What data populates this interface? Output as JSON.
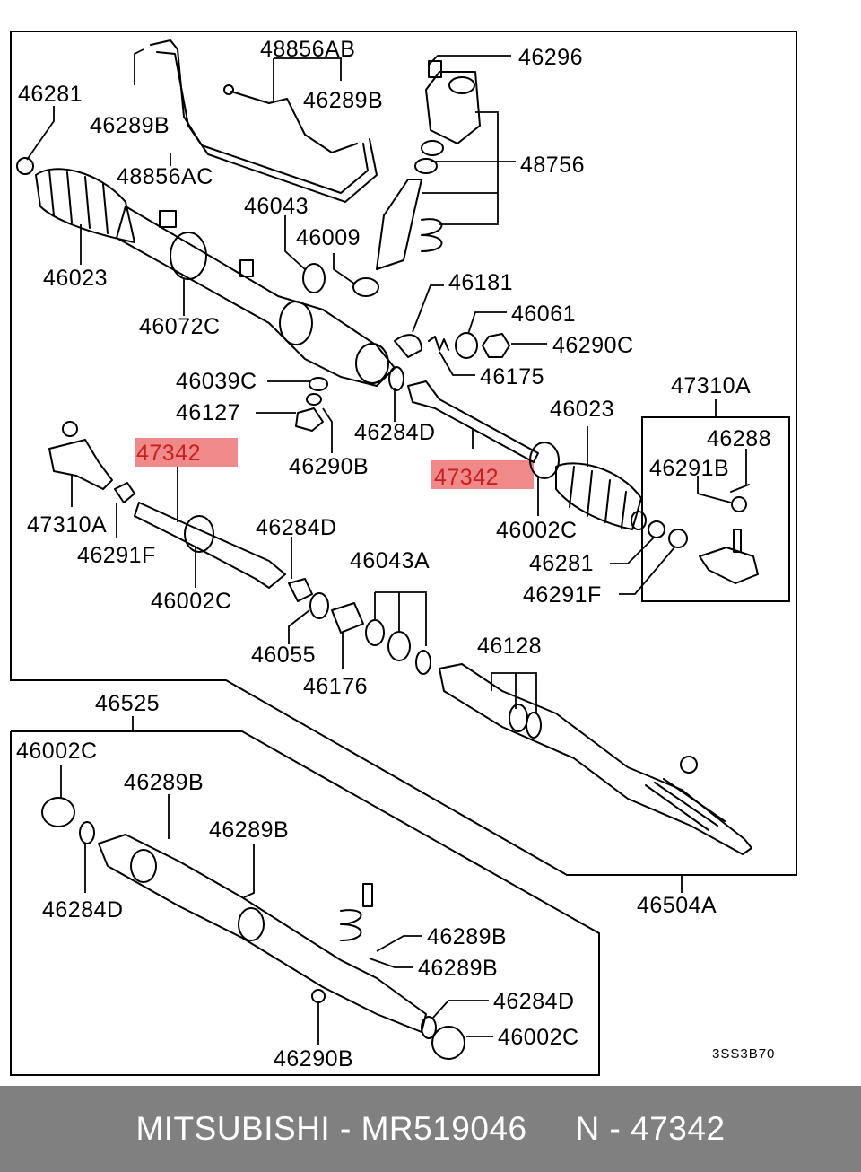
{
  "diagram": {
    "drawing_code": "3SS3B70",
    "highlight_color": "#f08a8a",
    "labels": {
      "l_48856AB": "48856AB",
      "l_46296": "46296",
      "l_46281_top": "46281",
      "l_46289B_1": "46289B",
      "l_46289B_2": "46289B",
      "l_48856AC": "48856AC",
      "l_48756": "48756",
      "l_46043": "46043",
      "l_46009": "46009",
      "l_46023_left": "46023",
      "l_46072C": "46072C",
      "l_46181": "46181",
      "l_46061": "46061",
      "l_46290C": "46290C",
      "l_46175": "46175",
      "l_46039C": "46039C",
      "l_46127": "46127",
      "l_46284D_mid": "46284D",
      "l_46290B_mid": "46290B",
      "l_47310A_right": "47310A",
      "l_46023_right": "46023",
      "l_46288": "46288",
      "l_46291B": "46291B",
      "l_47342_left": "47342",
      "l_47342_right": "47342",
      "l_46002C_right": "46002C",
      "l_47310A_left": "47310A",
      "l_46291F_left": "46291F",
      "l_46284D_left": "46284D",
      "l_46043A": "46043A",
      "l_46281_right": "46281",
      "l_46291F_right": "46291F",
      "l_46002C_left": "46002C",
      "l_46055": "46055",
      "l_46176": "46176",
      "l_46128": "46128",
      "l_46525": "46525",
      "l_46504A": "46504A",
      "l_46002C_sub_top": "46002C",
      "l_46289B_sub_1": "46289B",
      "l_46289B_sub_2": "46289B",
      "l_46284D_sub_left": "46284D",
      "l_46289B_sub_3": "46289B",
      "l_46289B_sub_4": "46289B",
      "l_46284D_sub_right": "46284D",
      "l_46002C_sub_bottom": "46002C",
      "l_46290B_sub": "46290B"
    }
  },
  "footer": {
    "brand": "MITSUBISHI",
    "sep1": " - ",
    "part_number": "MR519046",
    "spacer": "     ",
    "ref_prefix": "N",
    "sep2": " - ",
    "ref_number": "47342"
  }
}
